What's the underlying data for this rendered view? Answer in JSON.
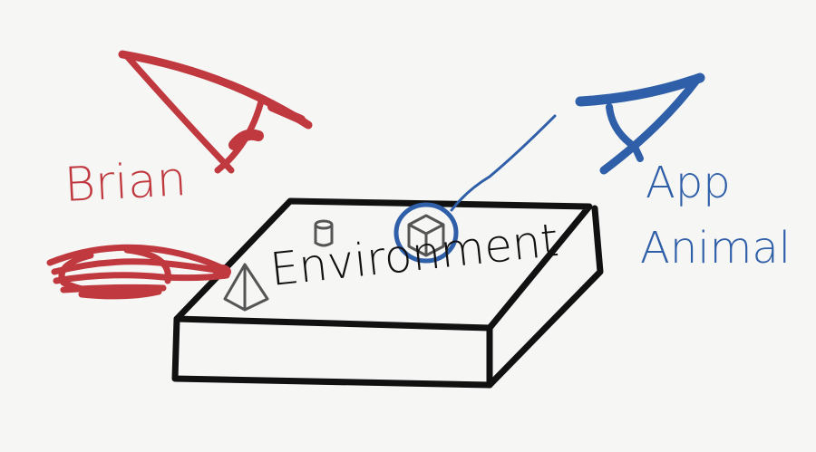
{
  "labels": {
    "brian": "Brian",
    "app_line1": "App",
    "app_line2": "Animal",
    "environment": "Environment"
  },
  "colors": {
    "background": "#f6f6f5",
    "red": "#c0393f",
    "blue": "#2f5fa8",
    "ink": "#111111",
    "grey": "#555555"
  },
  "icons": [
    "eye-icon",
    "eye-icon",
    "pyramid-icon",
    "cylinder-icon",
    "cube-icon"
  ]
}
